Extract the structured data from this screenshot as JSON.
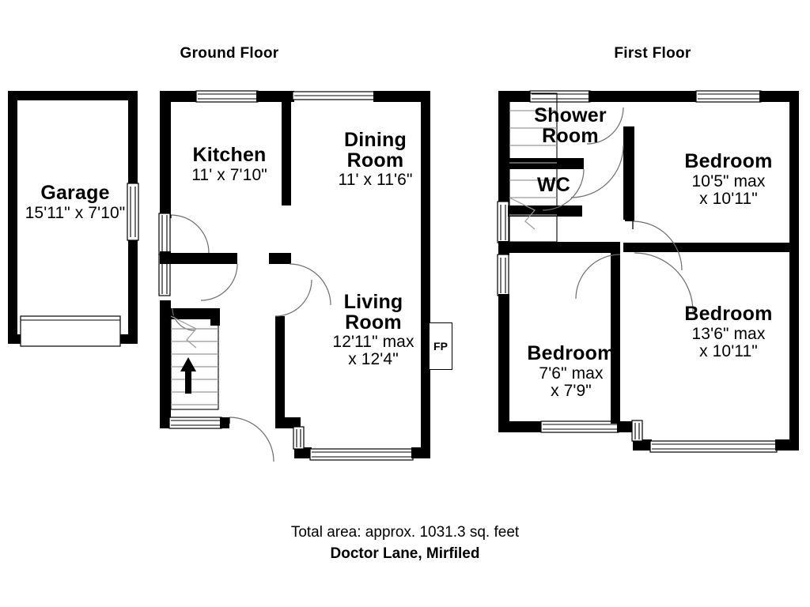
{
  "document": {
    "type": "floor-plan",
    "ground_floor_title": "Ground Floor",
    "first_floor_title": "First Floor"
  },
  "ground_floor": {
    "rooms": [
      {
        "key": "garage",
        "name": "Garage",
        "dimensions": "15'11\" x 7'10\""
      },
      {
        "key": "kitchen",
        "name": "Kitchen",
        "dimensions": "11' x 7'10\""
      },
      {
        "key": "dining_room",
        "name": "Dining Room",
        "line1": "Dining",
        "line2": "Room",
        "dimensions": "11' x 11'6\""
      },
      {
        "key": "living_room",
        "name": "Living Room",
        "line1": "Living",
        "line2": "Room",
        "dimensions_line1": "12'11\" max",
        "dimensions_line2": "x 12'4\""
      }
    ],
    "features": [
      {
        "key": "fireplace",
        "label": "FP"
      },
      {
        "key": "stairs",
        "label": "up-arrow"
      }
    ]
  },
  "first_floor": {
    "rooms": [
      {
        "key": "shower_room",
        "name": "Shower Room",
        "line1": "Shower",
        "line2": "Room"
      },
      {
        "key": "wc",
        "name": "WC"
      },
      {
        "key": "bedroom_1",
        "name": "Bedroom",
        "dimensions_line1": "10'5\" max",
        "dimensions_line2": "x 10'11\""
      },
      {
        "key": "bedroom_2",
        "name": "Bedroom",
        "dimensions_line1": "13'6\" max",
        "dimensions_line2": "x 10'11\""
      },
      {
        "key": "bedroom_3",
        "name": "Bedroom",
        "dimensions_line1": "7'6\" max",
        "dimensions_line2": "x 7'9\""
      }
    ]
  },
  "footer": {
    "total_area": "Total area: approx. 1031.3 sq. feet",
    "address": "Doctor Lane, Mirfiled"
  },
  "colors": {
    "wall": "#000000",
    "background": "#ffffff",
    "door_arc": "#6d6d6d",
    "stair_line": "#9a9a9a"
  }
}
